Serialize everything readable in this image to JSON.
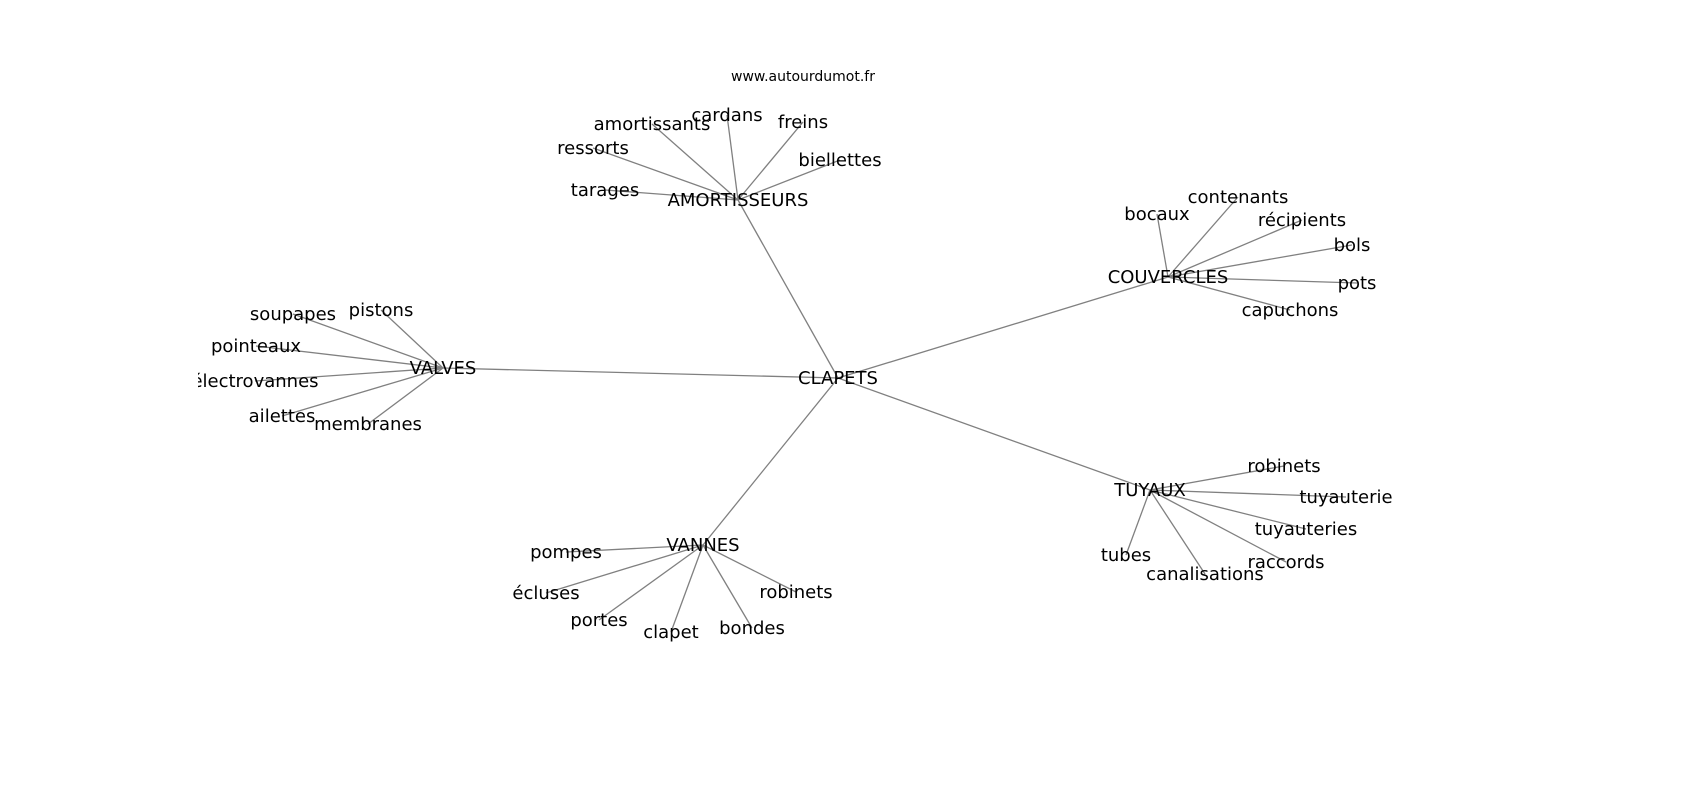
{
  "source": "www.autourdumot.fr",
  "center": "CLAPETS",
  "clusters": [
    {
      "hub": "AMORTISSEURS",
      "leaves": [
        "tarages",
        "ressorts",
        "amortissants",
        "cardans",
        "freins",
        "biellettes"
      ]
    },
    {
      "hub": "COUVERCLES",
      "leaves": [
        "bocaux",
        "contenants",
        "récipients",
        "bols",
        "pots",
        "capuchons"
      ]
    },
    {
      "hub": "VALVES",
      "leaves": [
        "soupapes",
        "pistons",
        "pointeaux",
        "électrovannes",
        "ailettes",
        "membranes"
      ]
    },
    {
      "hub": "VANNES",
      "leaves": [
        "pompes",
        "écluses",
        "portes",
        "clapet",
        "bondes",
        "robinets"
      ]
    },
    {
      "hub": "TUYAUX",
      "leaves": [
        "robinets",
        "tuyauterie",
        "tuyauteries",
        "raccords",
        "canalisations",
        "tubes"
      ]
    }
  ],
  "colors": {
    "edge": "#808080",
    "text": "#000000"
  }
}
